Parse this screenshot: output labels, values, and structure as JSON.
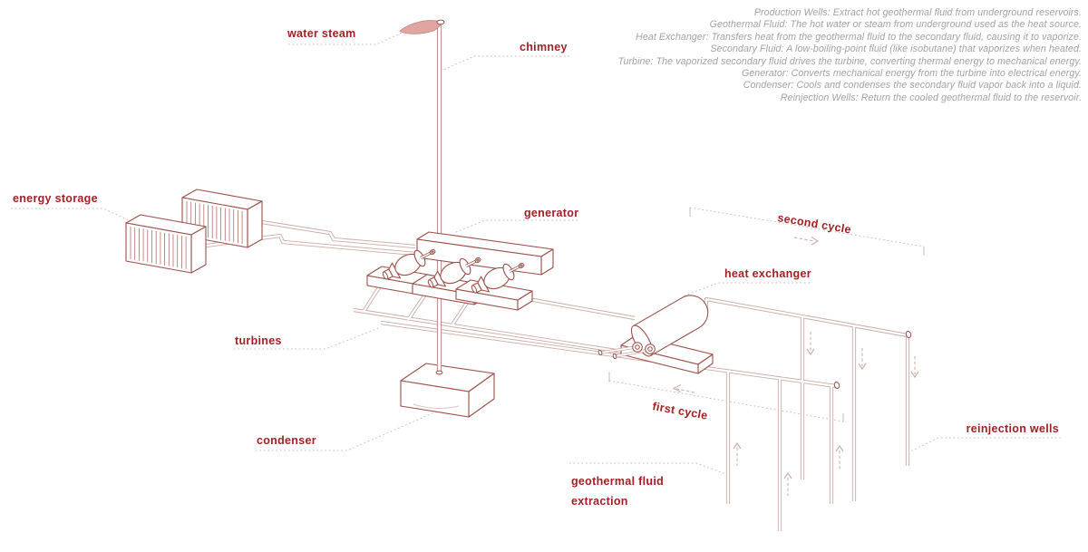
{
  "title": "geothermal binary-cycle power plant diagram",
  "glossary": {
    "lines": [
      "Production Wells: Extract hot geothermal fluid from underground reservoirs.",
      "Geothermal Fluid: The hot water or steam from underground used as the heat source.",
      "Heat Exchanger: Transfers heat from the geothermal fluid to the secondary fluid, causing it to vaporize.",
      "Secondary Fluid: A low-boiling-point fluid (like isobutane) that vaporizes when heated.",
      "Turbine: The vaporized secondary fluid drives the turbine, converting thermal energy to mechanical energy.",
      "Generator: Converts mechanical energy from the turbine into electrical energy.",
      "Condenser: Cools and condenses the secondary fluid vapor back into a liquid.",
      "Reinjection Wells: Return the cooled geothermal fluid to the reservoir."
    ]
  },
  "labels": {
    "water_steam": "water steam",
    "chimney": "chimney",
    "energy_storage": "energy storage",
    "generator": "generator",
    "turbines": "turbines",
    "condenser": "condenser",
    "heat_exchanger": "heat exchanger",
    "second_cycle": "second cycle",
    "first_cycle": "first cycle",
    "geothermal_extraction_l1": "geothermal fluid",
    "geothermal_extraction_l2": "extraction",
    "reinjection_wells": "reinjection wells"
  },
  "colors": {
    "label": "#a31f24",
    "machine": "#9b4f48",
    "pipe": "#c9aca7",
    "leader": "#ccb8b4",
    "arrow": "#cdb0ab",
    "rib": "#b0706a",
    "chimney": "#c1928d",
    "steam_fill": "#dfa5a1",
    "steam_stroke": "#c4837e",
    "glossary": "#a2a2a2",
    "background": "#ffffff"
  }
}
